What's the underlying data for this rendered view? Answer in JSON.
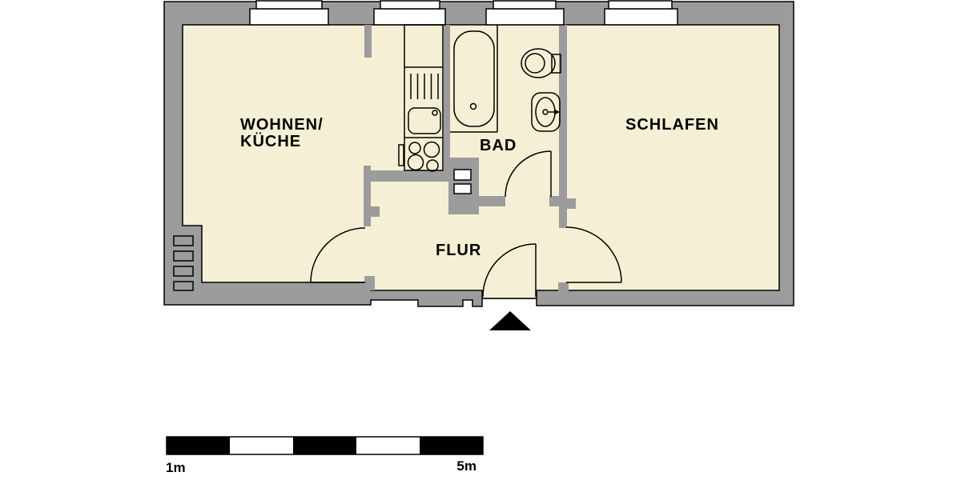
{
  "title": "Apartment floor plan (2 rooms)",
  "rooms": {
    "wohnen_kueche": {
      "line1": "WOHNEN/",
      "line2": "KÜCHE"
    },
    "bad": {
      "label": "BAD"
    },
    "schlafen": {
      "label": "SCHLAFEN"
    },
    "flur": {
      "label": "FLUR"
    }
  },
  "scale_bar": {
    "start_label": "1m",
    "end_label": "5m",
    "segments_meters": 5
  },
  "fixtures": [
    "kitchen-cabinet",
    "kitchen-drainer",
    "kitchen-sink",
    "stove-4-burners",
    "oven-handle",
    "bathtub",
    "toilet",
    "wash-basin",
    "duct-shafts",
    "radiator-flues",
    "window",
    "window",
    "window",
    "window",
    "door-living-room",
    "door-bath",
    "door-bedroom",
    "entrance-door",
    "entrance-arrow"
  ],
  "colors": {
    "wall": "#9c9c9c",
    "floor": "#f5f0d5",
    "line": "#000000",
    "window": "#ffffff",
    "background": "#ffffff"
  }
}
